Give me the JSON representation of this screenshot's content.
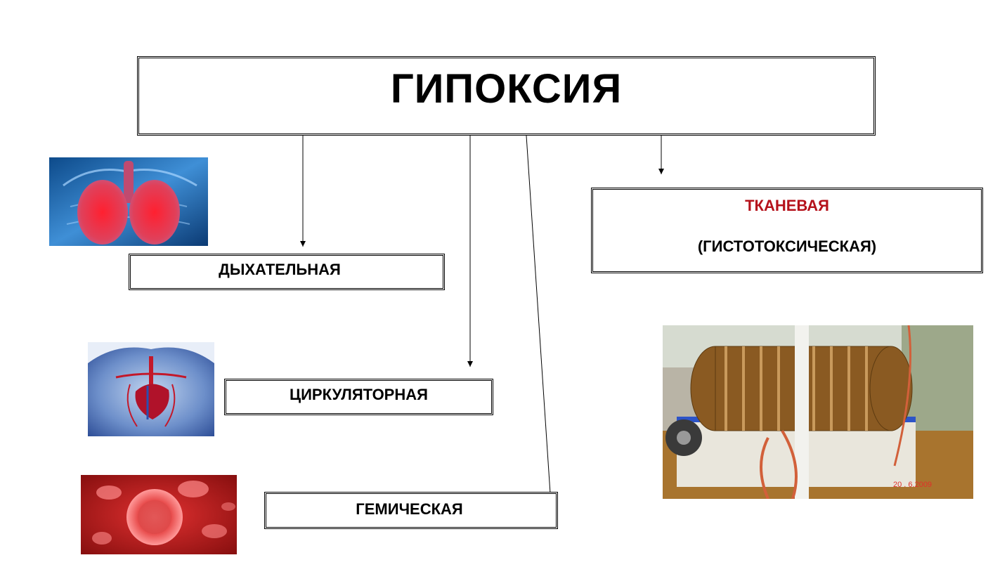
{
  "title": "ГИПОКСИЯ",
  "types": {
    "respiratory": "ДЫХАТЕЛЬНАЯ",
    "circulatory": "ЦИРКУЛЯТОРНАЯ",
    "hemic": "ГЕМИЧЕСКАЯ",
    "tissue": "ТКАНЕВАЯ",
    "tissue_sub": "(ГИСТОТОКСИЧЕСКАЯ)"
  },
  "photo_stamp": "20 . 6.2009",
  "colors": {
    "tissue_label": "#b5121b",
    "border": "#000000"
  },
  "images": [
    {
      "name": "lungs-illustration"
    },
    {
      "name": "heart-illustration"
    },
    {
      "name": "red-blood-cells-illustration"
    },
    {
      "name": "apparatus-photo"
    }
  ]
}
